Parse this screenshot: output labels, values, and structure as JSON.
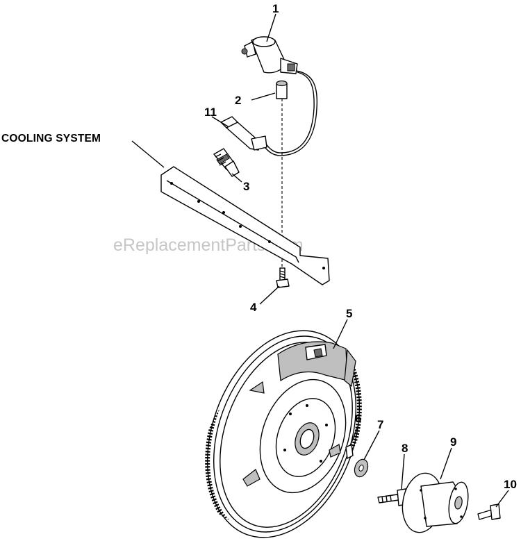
{
  "diagram": {
    "section_label": "COOLING SYSTEM",
    "watermark": "eReplacementParts.com",
    "callouts": [
      {
        "id": "1",
        "label": "1"
      },
      {
        "id": "2",
        "label": "2"
      },
      {
        "id": "3",
        "label": "3"
      },
      {
        "id": "4",
        "label": "4"
      },
      {
        "id": "5",
        "label": "5"
      },
      {
        "id": "6",
        "label": "6"
      },
      {
        "id": "7",
        "label": "7"
      },
      {
        "id": "8",
        "label": "8"
      },
      {
        "id": "9",
        "label": "9"
      },
      {
        "id": "10",
        "label": "10"
      },
      {
        "id": "11",
        "label": "11"
      }
    ],
    "parts": [
      {
        "callout": "1",
        "icon": "ignition-coil-icon"
      },
      {
        "callout": "2",
        "icon": "spacer-sleeve-icon"
      },
      {
        "callout": "3",
        "icon": "spark-plug-icon"
      },
      {
        "callout": "4",
        "icon": "bolt-icon"
      },
      {
        "callout": "5",
        "icon": "flywheel-icon"
      },
      {
        "callout": "6",
        "icon": "key-icon"
      },
      {
        "callout": "7",
        "icon": "washer-icon"
      },
      {
        "callout": "8",
        "icon": "bolt-icon"
      },
      {
        "callout": "9",
        "icon": "hub-icon"
      },
      {
        "callout": "10",
        "icon": "bolt-icon"
      },
      {
        "callout": "11",
        "icon": "spark-plug-boot-icon"
      }
    ]
  }
}
